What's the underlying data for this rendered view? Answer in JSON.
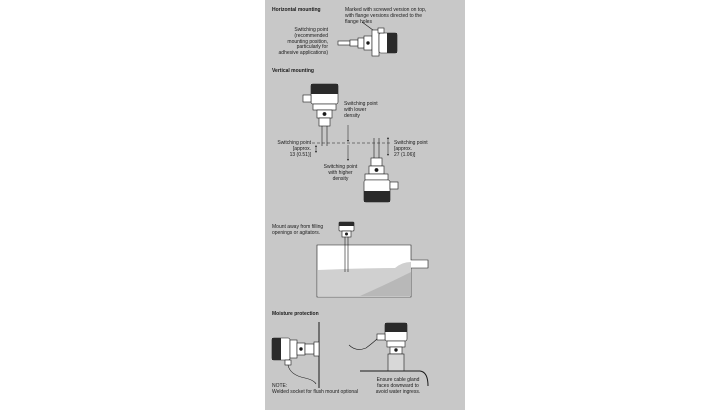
{
  "sections": {
    "horizontal": {
      "heading": "Horizontal mounting",
      "flange_note": "Marked with screwed version on top,\nwith flange versions directed to the\nflange holes",
      "switching_point": "Switching point\n(recommended\nmounting position,\nparticularly for\nadhesive applications)"
    },
    "vertical": {
      "heading": "Vertical mounting",
      "lower_density": "Switching point\nwith lower\ndensity",
      "approx_left": "Switching point\n[approx.\n13 (0.51)]",
      "approx_right": "Switching point\n[approx.\n27 (1.06)]",
      "higher_density": "Switching point\nwith higher\ndensity"
    },
    "tank": {
      "note": "Mount away from filling\nopenings or agitators."
    },
    "moisture": {
      "heading": "Moisture protection",
      "note_left": "NOTE:\nWelded socket for flush mount optional",
      "note_right": "Ensure cable gland\nfaces downward to\navoid water ingress."
    }
  },
  "colors": {
    "panel": "#c8c8c8",
    "line": "#1a1a1a",
    "housing_dark": "#2a2a2a",
    "liquid": "#b4b4b4"
  }
}
